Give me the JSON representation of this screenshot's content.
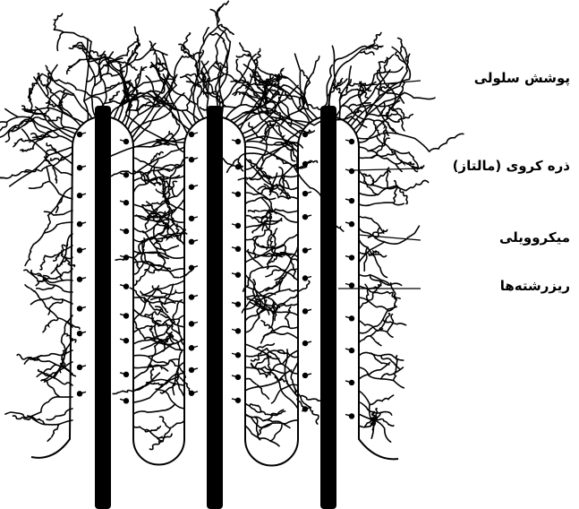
{
  "labels": {
    "cell_coat": "پوشش سلولی",
    "particle": "ذره کروی (مالتاز)",
    "microvilli": "میکروویلی",
    "filaments": "ریزرشته‌ها"
  },
  "colors": {
    "ink": "#000000",
    "background": "#ffffff"
  }
}
